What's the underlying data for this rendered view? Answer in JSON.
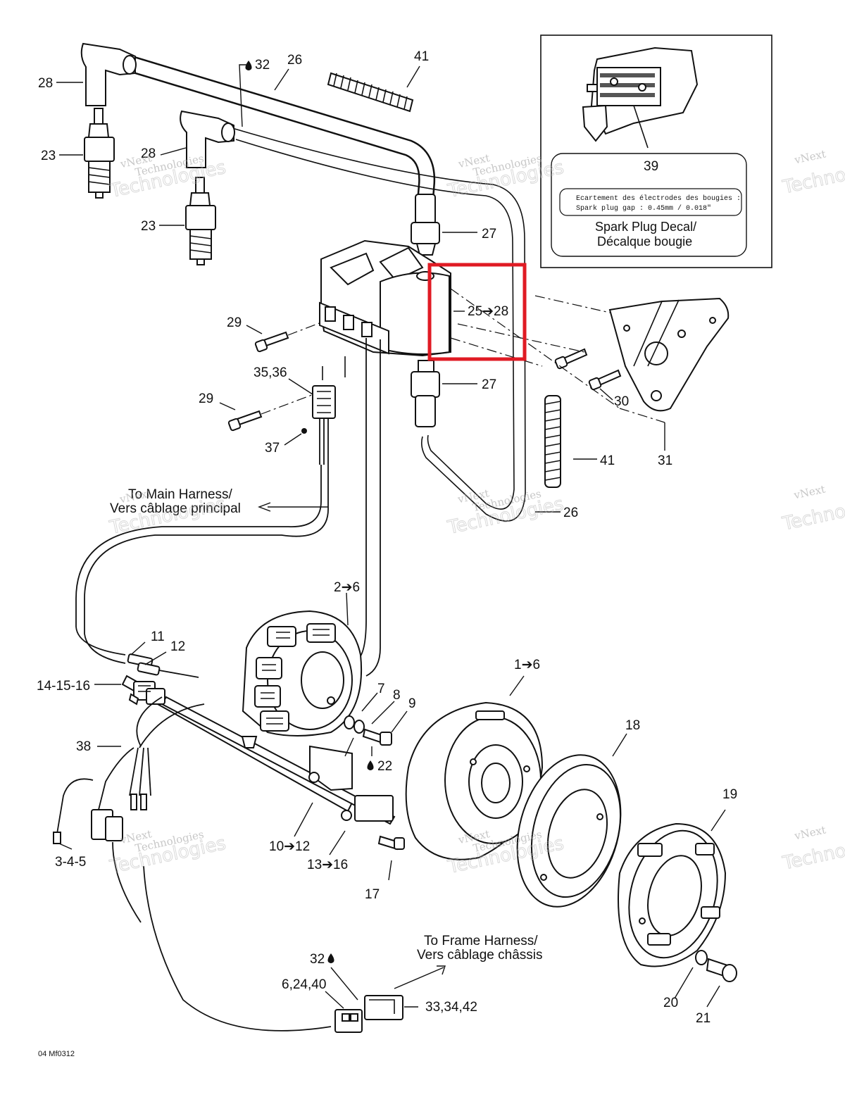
{
  "labels": {
    "l41a": "41",
    "l32a": "32",
    "l26a": "26",
    "l28a": "28",
    "l28b": "28",
    "l23a": "23",
    "l23b": "23",
    "l27a": "27",
    "l27b": "27",
    "l25_28": "25➔28",
    "l29a": "29",
    "l29b": "29",
    "l35_36": "35,36",
    "l37": "37",
    "l30": "30",
    "l31": "31",
    "l41b": "41",
    "l26b": "26",
    "l2_6": "2➔6",
    "l11": "11",
    "l12": "12",
    "l14_15_16": "14-15-16",
    "l7": "7",
    "l8": "8",
    "l9": "9",
    "l1_6": "1➔6",
    "l18": "18",
    "l22": "22",
    "l38": "38",
    "l19": "19",
    "l10_12": "10➔12",
    "l13_16": "13➔16",
    "l3_4_5": "3-4-5",
    "l17": "17",
    "l32b": "32",
    "l6_24_40": "6,24,40",
    "l33_34_42": "33,34,42",
    "l20": "20",
    "l21": "21"
  },
  "notes": {
    "main_harness_1": "To Main Harness/",
    "main_harness_2": "Vers câblage principal",
    "frame_harness_1": "To Frame Harness/",
    "frame_harness_2": "Vers câblage châssis"
  },
  "decal": {
    "number": "39",
    "line1": "Ecartement des électrodes des bougies :",
    "line2": "Spark plug gap :      0.45mm / 0.018\"",
    "title1": "Spark Plug Decal/",
    "title2": "Décalque bougie"
  },
  "watermark": {
    "line1": "vNext",
    "line2": "Technologies"
  },
  "figure_code": "04 Mf0312",
  "highlight_color": "#e01b24"
}
